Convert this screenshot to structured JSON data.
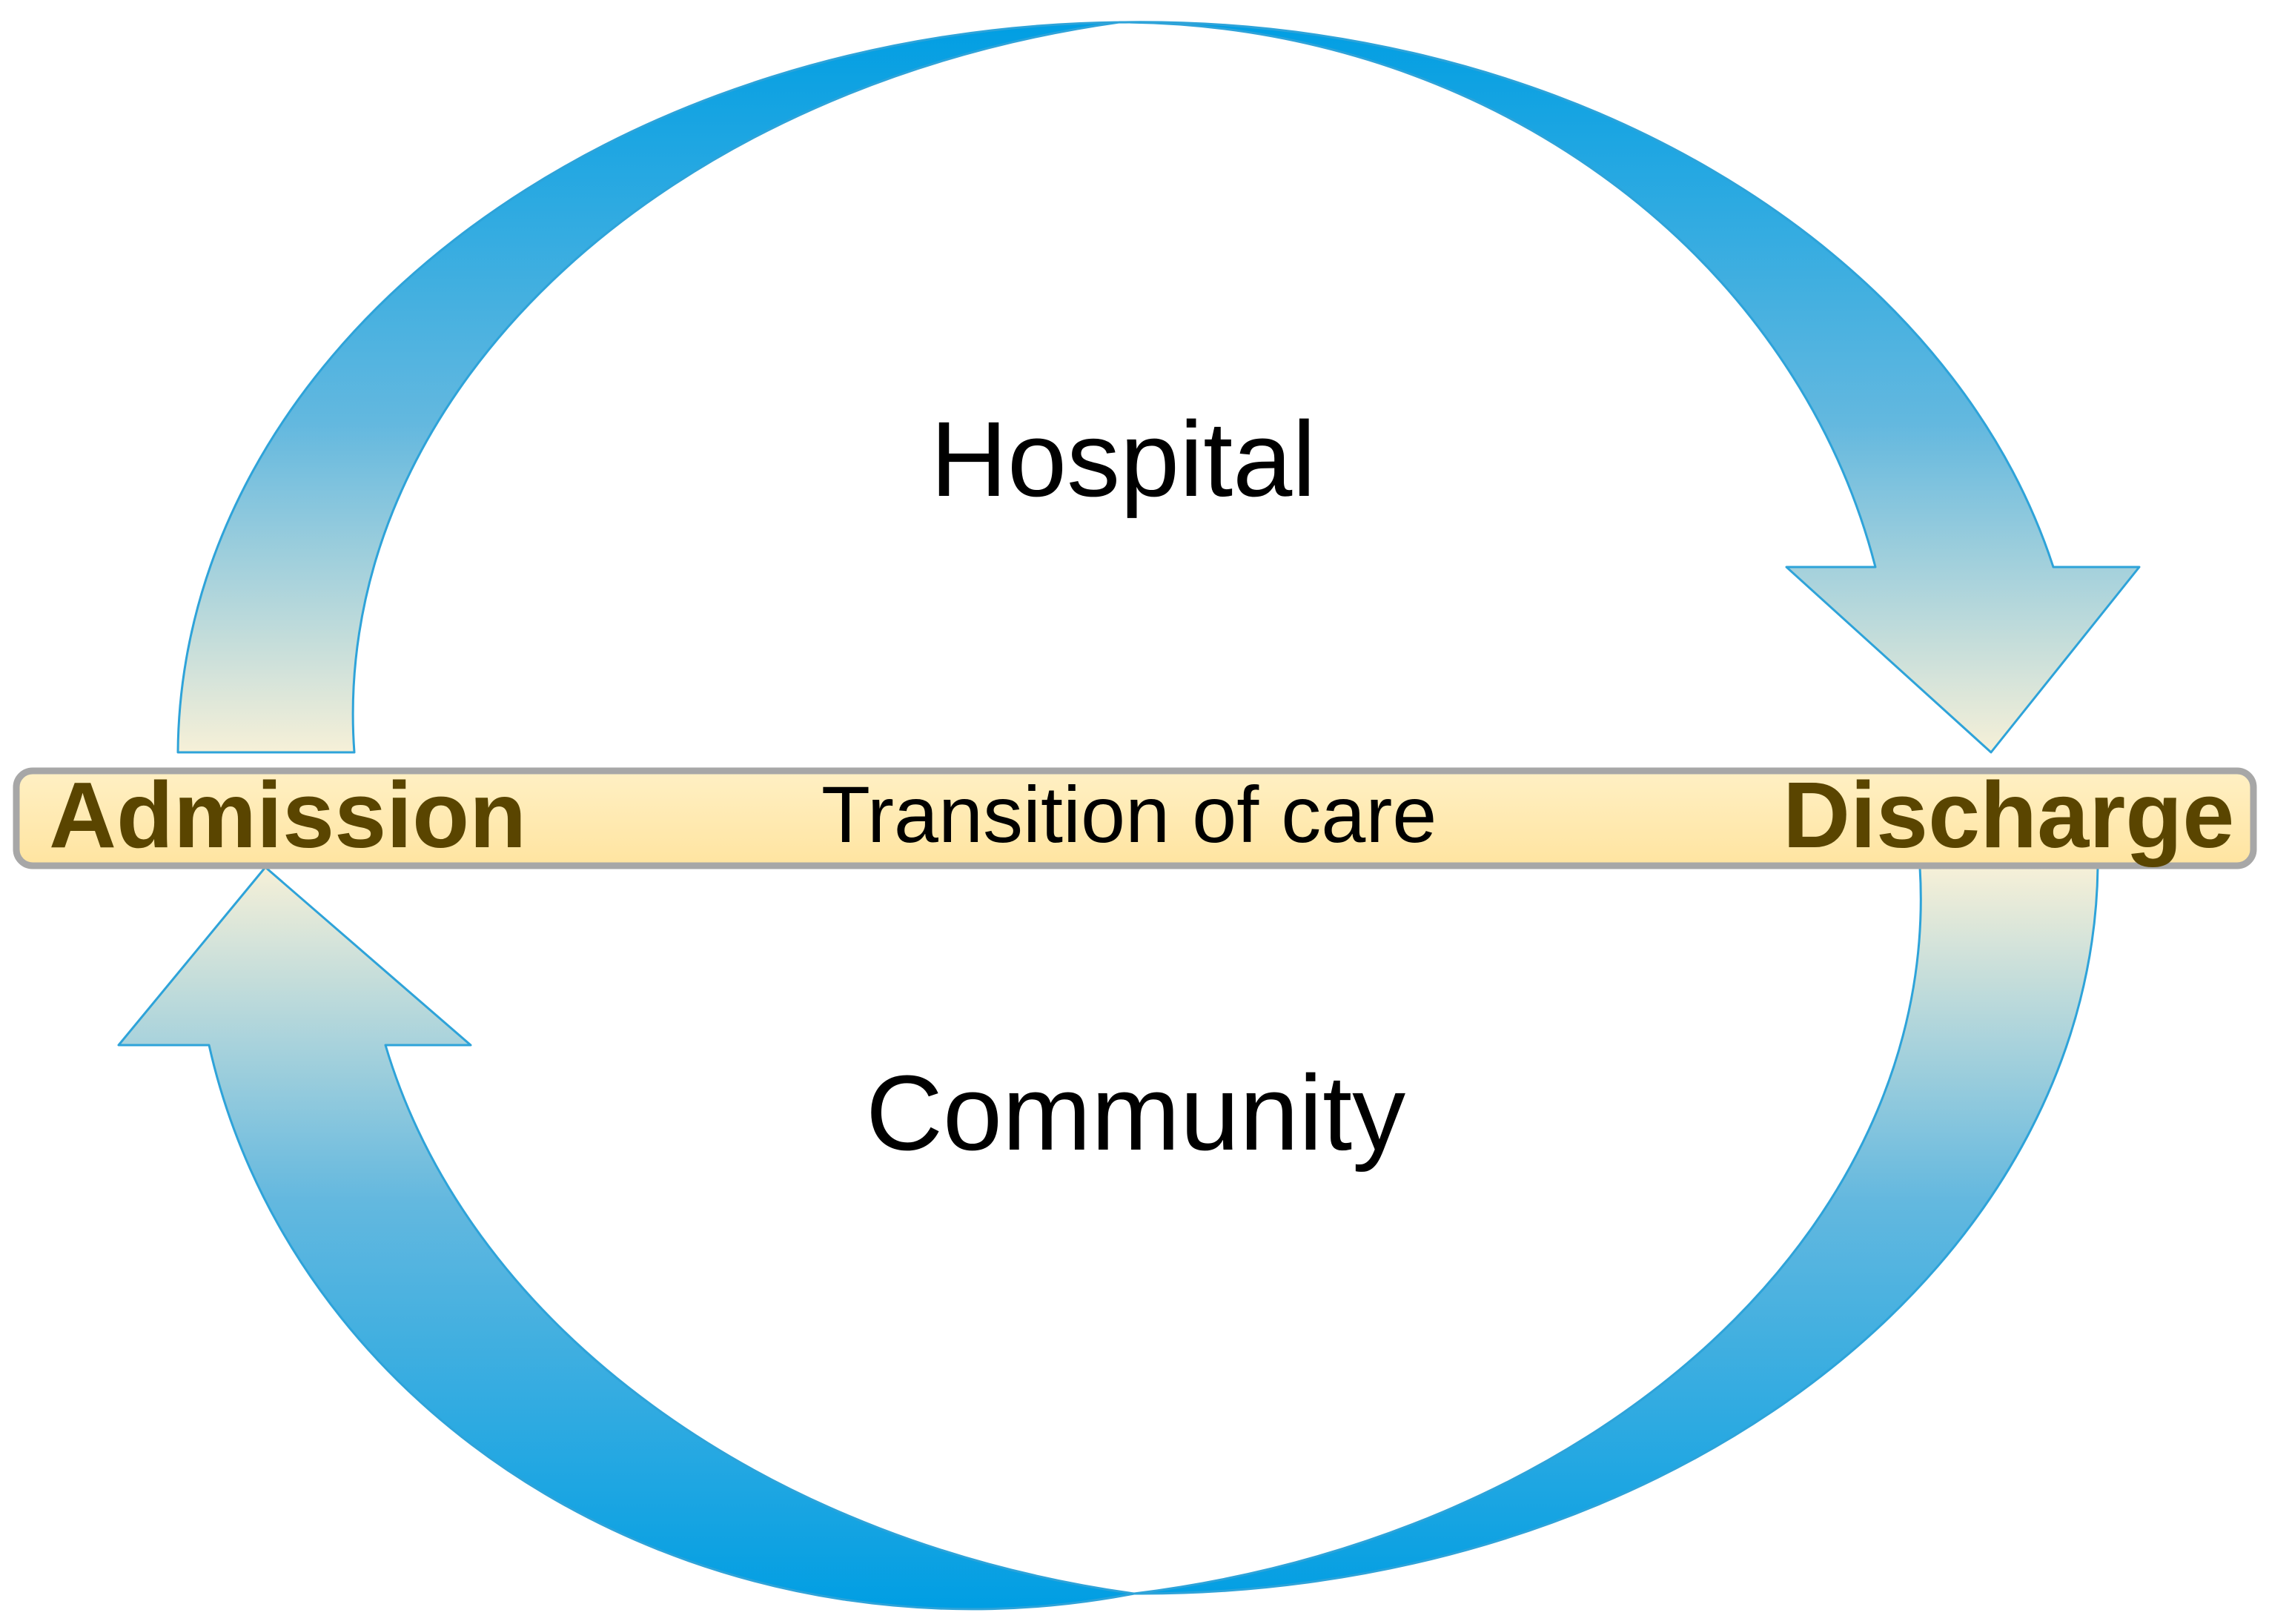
{
  "diagram": {
    "top_region_label": "Hospital",
    "bottom_region_label": "Community",
    "band_label": "Transition of care",
    "left_label": "Admission",
    "right_label": "Discharge"
  },
  "colors": {
    "arrow_blue": "#009ee3",
    "arrow_dark_blue": "#0a7ec2",
    "arrow_light": "#f6f0d8",
    "band_fill": "#ffe5a3",
    "band_border": "#a7a7a7",
    "endpoint_text": "#5a4500"
  }
}
